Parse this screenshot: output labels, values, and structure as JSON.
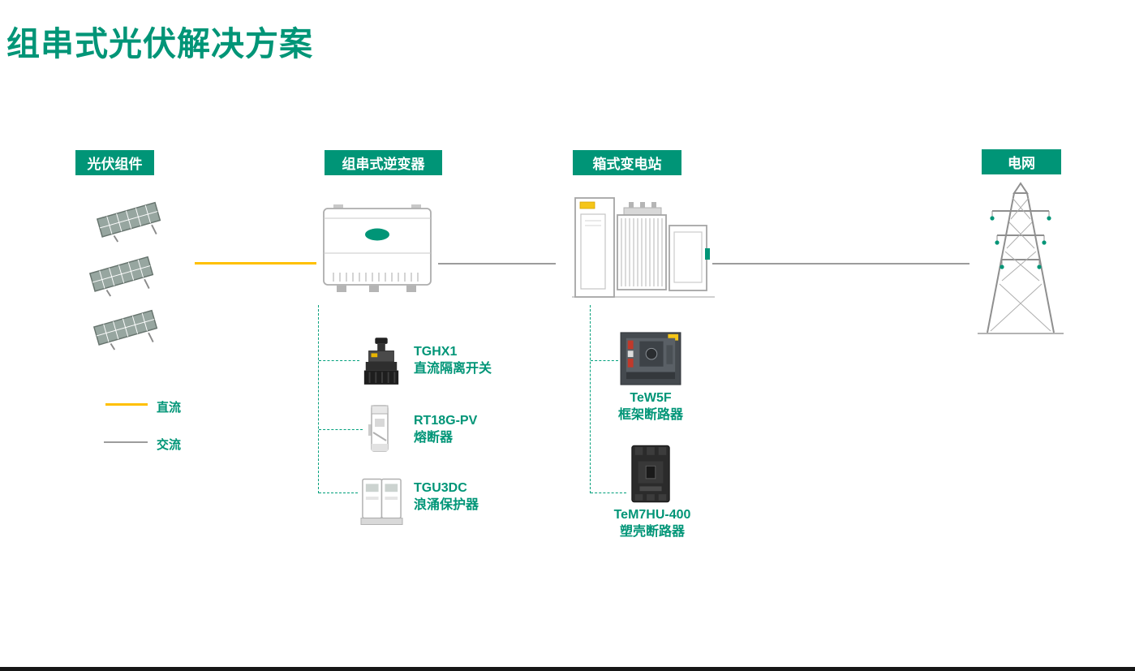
{
  "title": "组串式光伏解决方案",
  "stages": [
    {
      "label": "光伏组件"
    },
    {
      "label": "组串式逆变器"
    },
    {
      "label": "箱式变电站"
    },
    {
      "label": "电网"
    }
  ],
  "legend": [
    {
      "label": "直流",
      "color": "#FFC000"
    },
    {
      "label": "交流",
      "color": "#9C9C9C"
    }
  ],
  "links": [
    {
      "from": "光伏组件",
      "to": "组串式逆变器",
      "type": "直流",
      "color": "#FFC000"
    },
    {
      "from": "组串式逆变器",
      "to": "箱式变电站",
      "type": "交流",
      "color": "#9C9C9C"
    },
    {
      "from": "箱式变电站",
      "to": "电网",
      "type": "交流",
      "color": "#9C9C9C"
    }
  ],
  "inverter_components": [
    {
      "model": "TGHX1",
      "name": "直流隔离开关"
    },
    {
      "model": "RT18G-PV",
      "name": "熔断器"
    },
    {
      "model": "TGU3DC",
      "name": "浪涌保护器"
    }
  ],
  "substation_components": [
    {
      "model": "TeW5F",
      "name": "框架断路器"
    },
    {
      "model": "TeM7HU-400",
      "name": "塑壳断路器"
    }
  ],
  "colors": {
    "teal": "#009577",
    "dc_yellow": "#FFC000",
    "ac_gray": "#9C9C9C"
  }
}
